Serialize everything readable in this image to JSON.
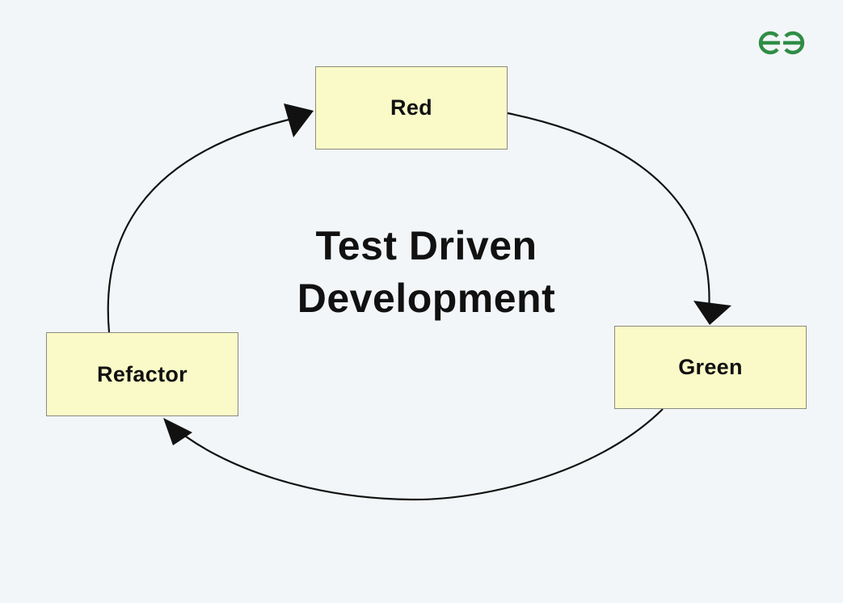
{
  "diagram": {
    "title_line1": "Test Driven",
    "title_line2": "Development",
    "stages": {
      "red": "Red",
      "green": "Green",
      "refactor": "Refactor"
    }
  },
  "logo": {
    "icon": "geeksforgeeks-logo-icon",
    "color": "#2f8d46"
  },
  "colors": {
    "background": "#f3f6f8",
    "box_fill": "#fafac8",
    "box_border": "#8a8a80",
    "line": "#111111"
  }
}
